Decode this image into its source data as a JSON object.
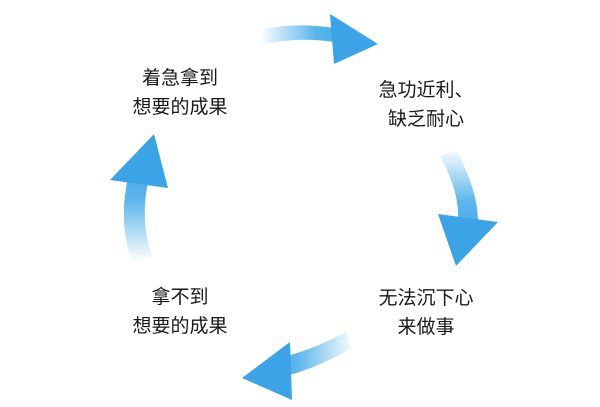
{
  "diagram": {
    "nodes": [
      {
        "id": "top-left",
        "lines": [
          "着急拿到",
          "想要的成果"
        ]
      },
      {
        "id": "top-right",
        "lines": [
          "急功近利、",
          "缺乏耐心"
        ]
      },
      {
        "id": "bottom-right",
        "lines": [
          "无法沉下心",
          "来做事"
        ]
      },
      {
        "id": "bottom-left",
        "lines": [
          "拿不到",
          "想要的成果"
        ]
      }
    ],
    "arrow_color": "#4aaeea",
    "flow": "clockwise"
  }
}
